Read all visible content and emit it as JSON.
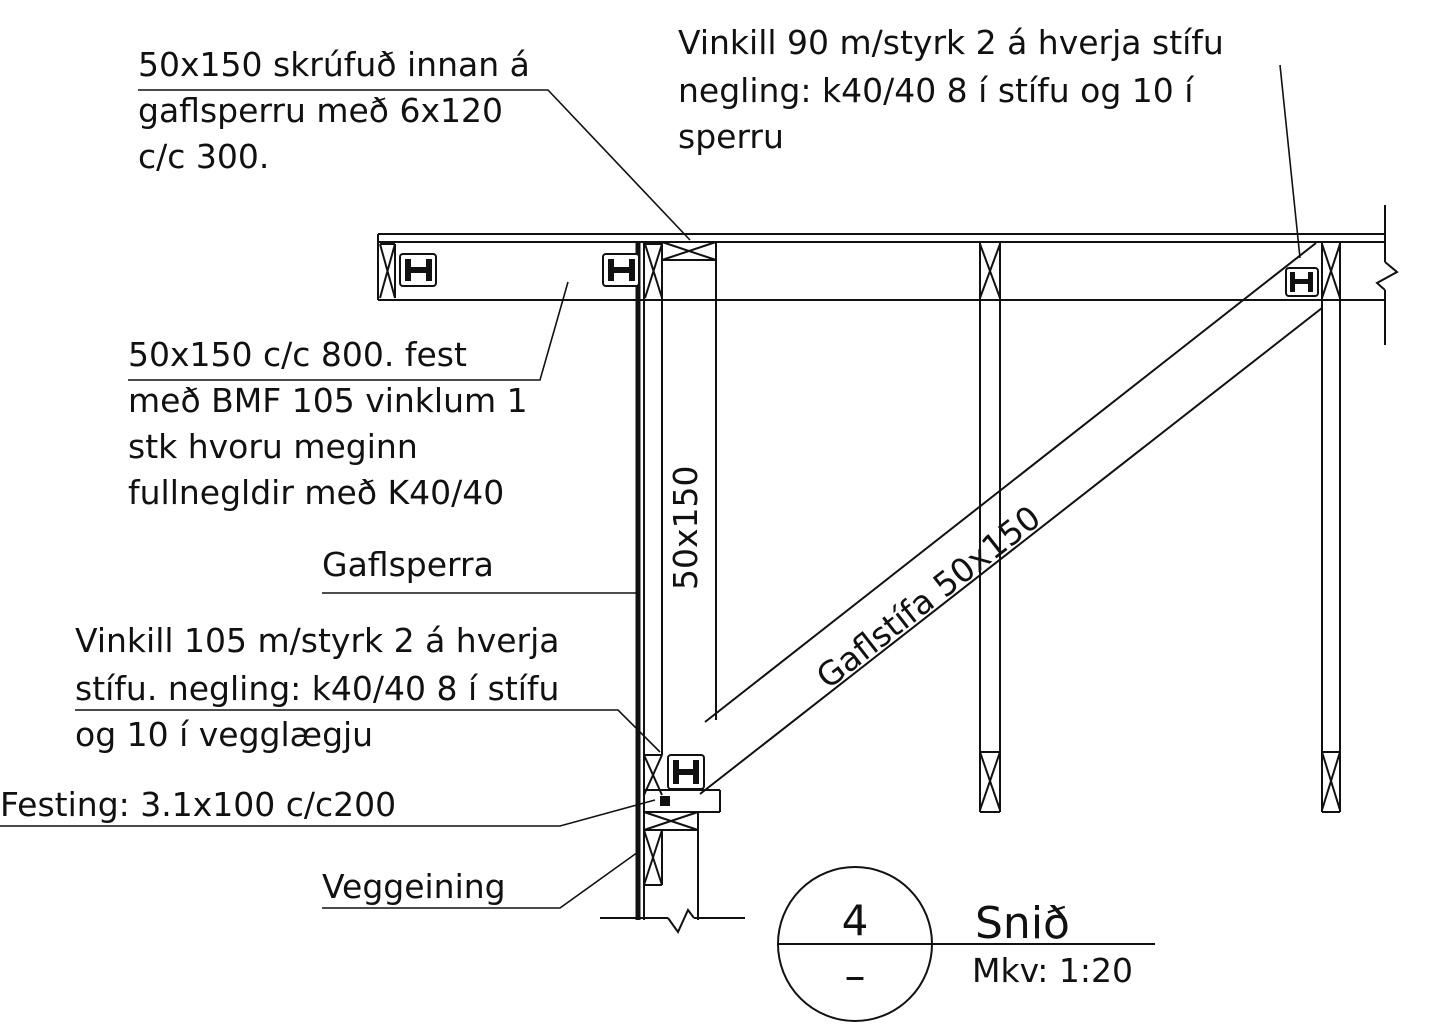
{
  "colors": {
    "ink": "#111111",
    "paper": "#ffffff"
  },
  "annotations": {
    "top_left": [
      "50x150 skrúfuð innan á",
      "gaflsperru með 6x120",
      "c/c 300."
    ],
    "top_right": [
      "Vinkill 90 m/styrk 2 á hverja stífu",
      "negling: k40/40 8 í stífu og 10 í",
      "sperru"
    ],
    "mid_left": [
      "50x150 c/c 800. fest",
      "með BMF 105 vinklum 1",
      "stk hvoru meginn",
      "fullnegldir með K40/40"
    ],
    "gable_rafter": "Gaflsperra",
    "lower_left": [
      "Vinkill 105 m/styrk 2 á hverja",
      "stífu. negling: k40/40 8 í stífu",
      "og 10 í vegglægju"
    ],
    "fastening": "Festing:  3.1x100 c/c200",
    "wall_element": "Veggeining"
  },
  "member_labels": {
    "post": "50x150",
    "brace": "Gaflstífa 50x150"
  },
  "section_marker": {
    "number": "4",
    "sheet": "–",
    "title": "Snið",
    "scale": "Mkv: 1:20"
  }
}
